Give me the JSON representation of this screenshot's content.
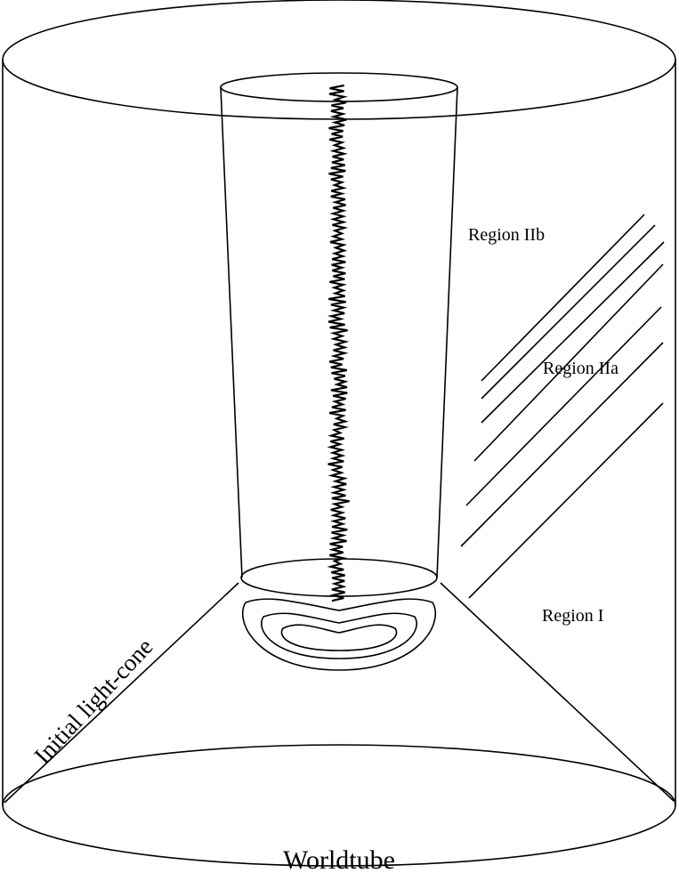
{
  "labels": {
    "region_iib": "Region IIb",
    "region_iia": "Region IIa",
    "region_i": "Region I",
    "initial_light_cone": "Initial light-cone",
    "worldtube": "Worldtube"
  },
  "colors": {
    "stroke": "#000000",
    "background": "#ffffff"
  }
}
